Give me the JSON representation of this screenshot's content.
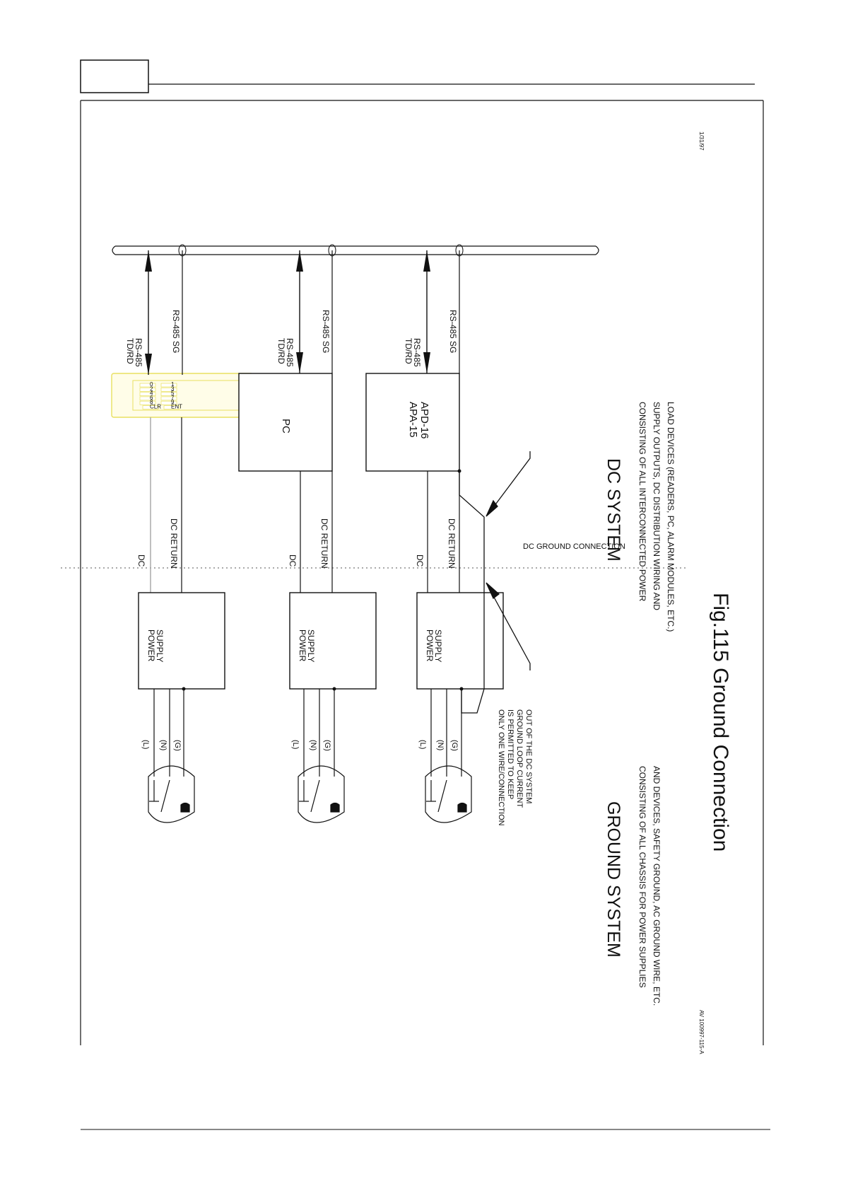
{
  "figure": {
    "title": "Fig.115  Ground Connection",
    "date": "1/31/97",
    "drawing_id": "AV 100997-115-A"
  },
  "dc_system": {
    "heading": "DC SYSTEM",
    "desc_line1": "CONSISTING OF ALL INTERCONNECTED POWER",
    "desc_line2": "SUPPLY OUTPUTS, DC DISTRIBUTION WIRING AND",
    "desc_line3": "LOAD DEVICES (READERS, PC, ALARM MODULES, ETC.)",
    "ground_connection_label": "DC GROUND CONNECTION"
  },
  "ground_system": {
    "heading": "GROUND SYSTEM",
    "desc_line1": "CONSISTING OF ALL CHASSIS FOR POWER SUPPLIES",
    "desc_line2": "AND DEVICES, SAFETY GROUND, AC GROUND WIRE, ETC."
  },
  "note": {
    "line1": "ONLY ONE WIRE/CONNECTION",
    "line2": "IS PERMITTED TO KEEP",
    "line3": "GROUND LOOP CURRENT",
    "line4": "OUT OF THE DC SYSTEM"
  },
  "rows": [
    {
      "device_line1": "",
      "device_line2": "",
      "psu_line1": "POWER",
      "psu_line2": "SUPPLY",
      "dc": "DC",
      "dc_return": "DC RETURN",
      "rs485_a": "RS-485",
      "rs485_b": "TD/RD",
      "rs485_sg": "RS-485 SG",
      "plug_l": "(L)",
      "plug_n": "(N)",
      "plug_g": "(G)"
    },
    {
      "device_line1": "PC",
      "device_line2": "",
      "psu_line1": "POWER",
      "psu_line2": "SUPPLY",
      "dc": "DC",
      "dc_return": "DC RETURN",
      "rs485_a": "RS-485",
      "rs485_b": "TD/RD",
      "rs485_sg": "RS-485 SG",
      "plug_l": "(L)",
      "plug_n": "(N)",
      "plug_g": "(G)"
    },
    {
      "device_line1": "APA-15",
      "device_line2": "APD-16",
      "psu_line1": "POWER",
      "psu_line2": "SUPPLY",
      "dc": "DC",
      "dc_return": "DC RETURN",
      "rs485_a": "RS-485",
      "rs485_b": "TD/RD",
      "rs485_sg": "RS-485 SG",
      "plug_l": "(L)",
      "plug_n": "(N)",
      "plug_g": "(G)"
    }
  ],
  "keypad": {
    "keys": [
      "0",
      "1",
      "2",
      "3",
      "4",
      "5",
      "6",
      "7",
      "8",
      "9",
      "CLR",
      "ENT"
    ],
    "accent": "#e8e060"
  }
}
